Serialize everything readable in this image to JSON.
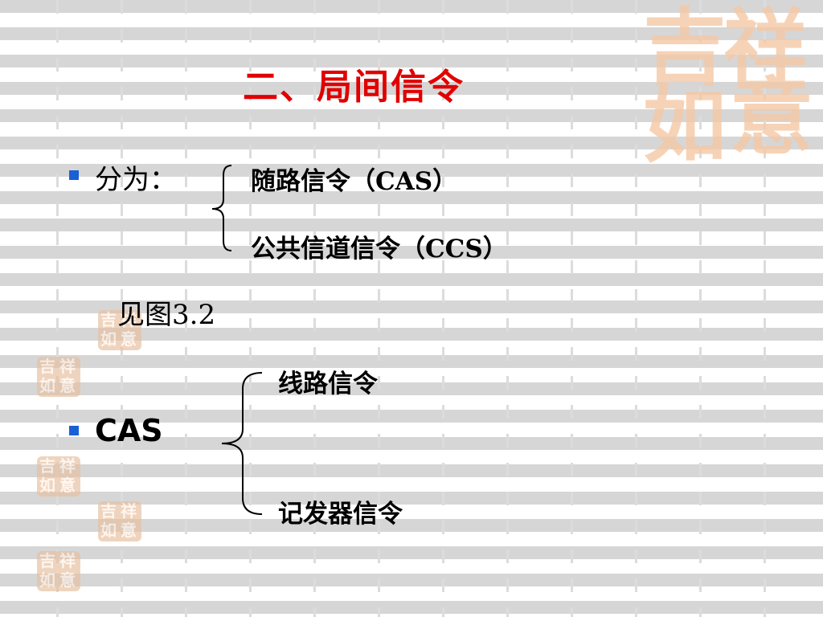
{
  "slide": {
    "title": "二、局间信令",
    "section1": {
      "label": "分为：",
      "items": [
        "随路信令（CAS）",
        "公共信道信令（CCS）"
      ]
    },
    "reference": "见图3.2",
    "section2": {
      "label": "CAS",
      "items": [
        "线路信令",
        "记发器信令"
      ]
    }
  },
  "decor": {
    "seal_text": "吉祥如意",
    "title_color": "#e10000",
    "bullet_color": "#1a5fd6",
    "seal_color": "#f4c9a6"
  }
}
